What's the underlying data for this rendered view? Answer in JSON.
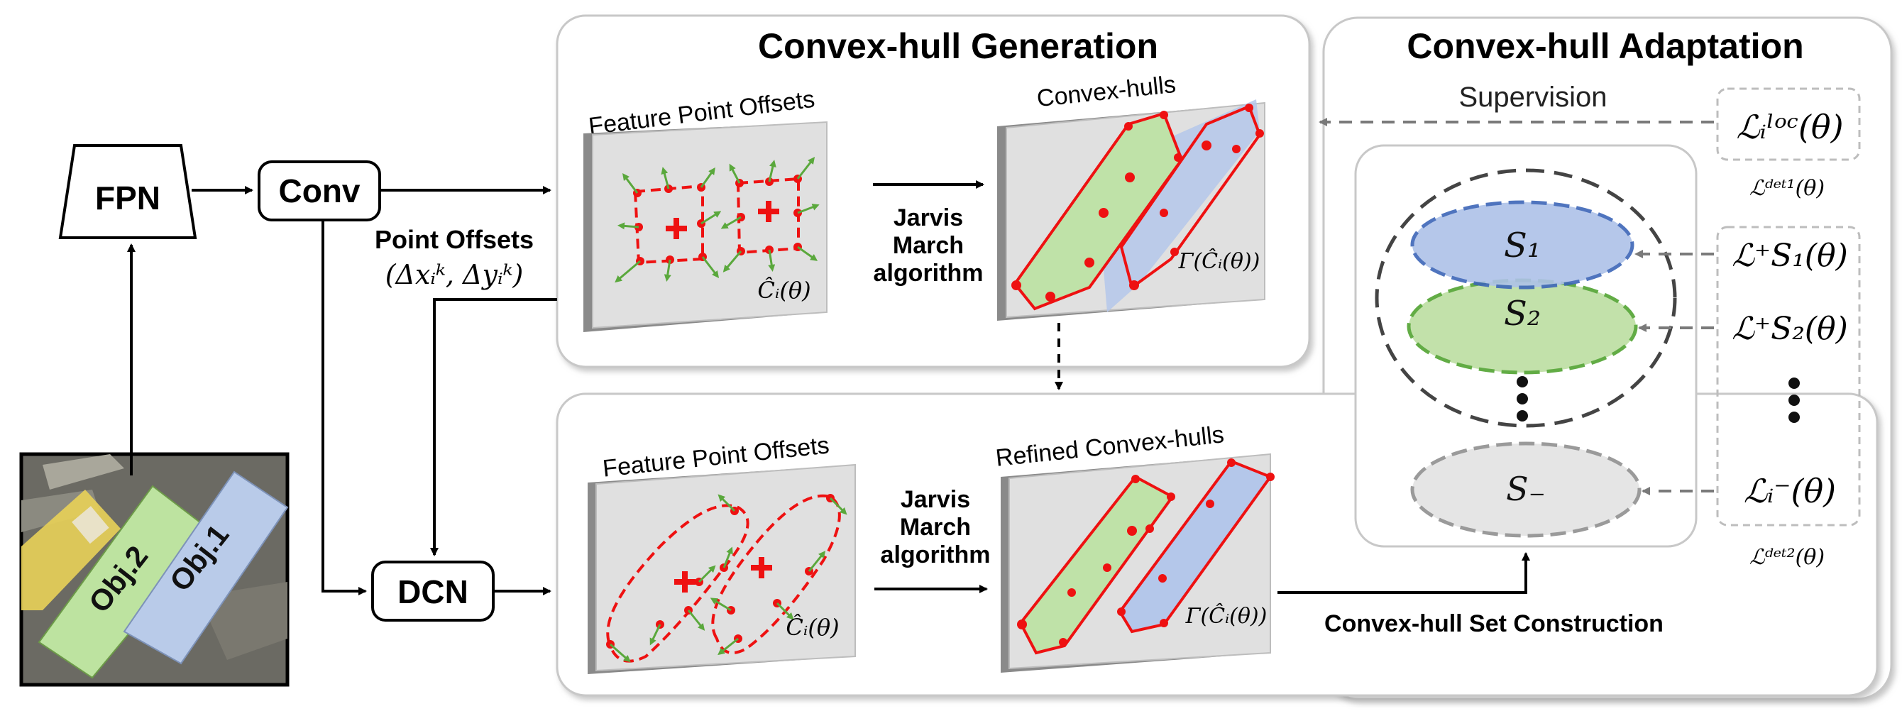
{
  "boxes": {
    "fpn": "FPN",
    "conv": "Conv",
    "dcn": "DCN"
  },
  "image": {
    "obj1": "Obj.1",
    "obj2": "Obj.2"
  },
  "point_offsets": {
    "title": "Point Offsets",
    "formula": "(Δxᵢᵏ, Δyᵢᵏ)"
  },
  "generation": {
    "title": "Convex-hull Generation",
    "left_label": "Feature Point Offsets",
    "right_label": "Convex-hulls",
    "algo_line1": "Jarvis",
    "algo_line2": "March",
    "algo_line3": "algorithm",
    "ci": "Ĉᵢ(θ)",
    "gamma": "Γ(Ĉᵢ(θ))"
  },
  "refinement": {
    "left_label": "Feature Point Offsets",
    "right_label": "Refined Convex-hulls",
    "algo_line1": "Jarvis",
    "algo_line2": "March",
    "algo_line3": "algorithm",
    "ci": "Ĉᵢ(θ)",
    "gamma": "Γ(Ĉᵢ(θ))",
    "set_construction": "Convex-hull Set Construction"
  },
  "adaptation": {
    "title": "Convex-hull Adaptation",
    "supervision": "Supervision",
    "loss_loc": "ℒᵢˡᵒᶜ(θ)",
    "det1": "ℒᵈᵉᵗ¹(θ)",
    "loss_s1": "ℒ⁺S₁(θ)",
    "loss_s2": "ℒ⁺S₂(θ)",
    "loss_neg": "ℒᵢ⁻(θ)",
    "det2": "ℒᵈᵉᵗ²(θ)",
    "s1": "S₁",
    "s2": "S₂",
    "sneg": "S₋"
  }
}
